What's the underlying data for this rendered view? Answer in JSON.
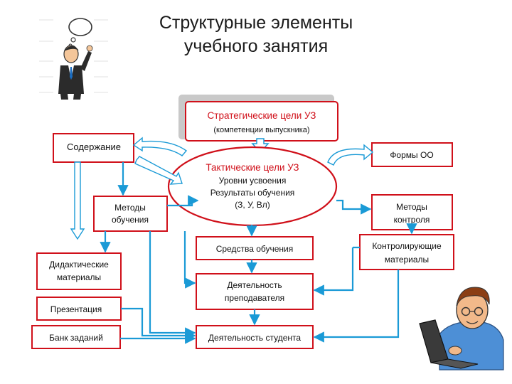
{
  "slide": {
    "title_line1": "Структурные элементы",
    "title_line2": "учебного занятия"
  },
  "diagram": {
    "colors": {
      "red_border": "#d0101a",
      "blue_border": "#1a9ad6",
      "arrow_outline": "#1a9ad6",
      "shadow": "#bdbdbd",
      "title_text": "#d0101a"
    },
    "strategic": {
      "title": "Стратегические цели УЗ",
      "subtitle": "(компетенции выпускника)"
    },
    "tactical": {
      "title": "Тактические цели УЗ",
      "line1": "Уровни усвоения",
      "line2": "Результаты обучения",
      "line3": "(З, У, Вл)"
    },
    "content": {
      "label": "Содержание"
    },
    "forms": {
      "label": "Формы ОО"
    },
    "teaching_methods": {
      "line1": "Методы",
      "line2": "обучения"
    },
    "control_methods": {
      "line1": "Методы",
      "line2": "контроля"
    },
    "teaching_aids": {
      "label": "Средства обучения"
    },
    "control_materials": {
      "line1": "Контролирующие",
      "line2": "материалы"
    },
    "didactic_materials": {
      "line1": "Дидактические",
      "line2": "материалы"
    },
    "teacher_activity": {
      "line1": "Деятельность",
      "line2": "преподавателя"
    },
    "presentation": {
      "label": "Презентация"
    },
    "task_bank": {
      "label": "Банк заданий"
    },
    "student_activity": {
      "label": "Деятельность студента"
    }
  },
  "illustrations": {
    "thinking_man": "thinking-businessman-clipart",
    "laptop_man": "man-with-laptop-clipart"
  }
}
